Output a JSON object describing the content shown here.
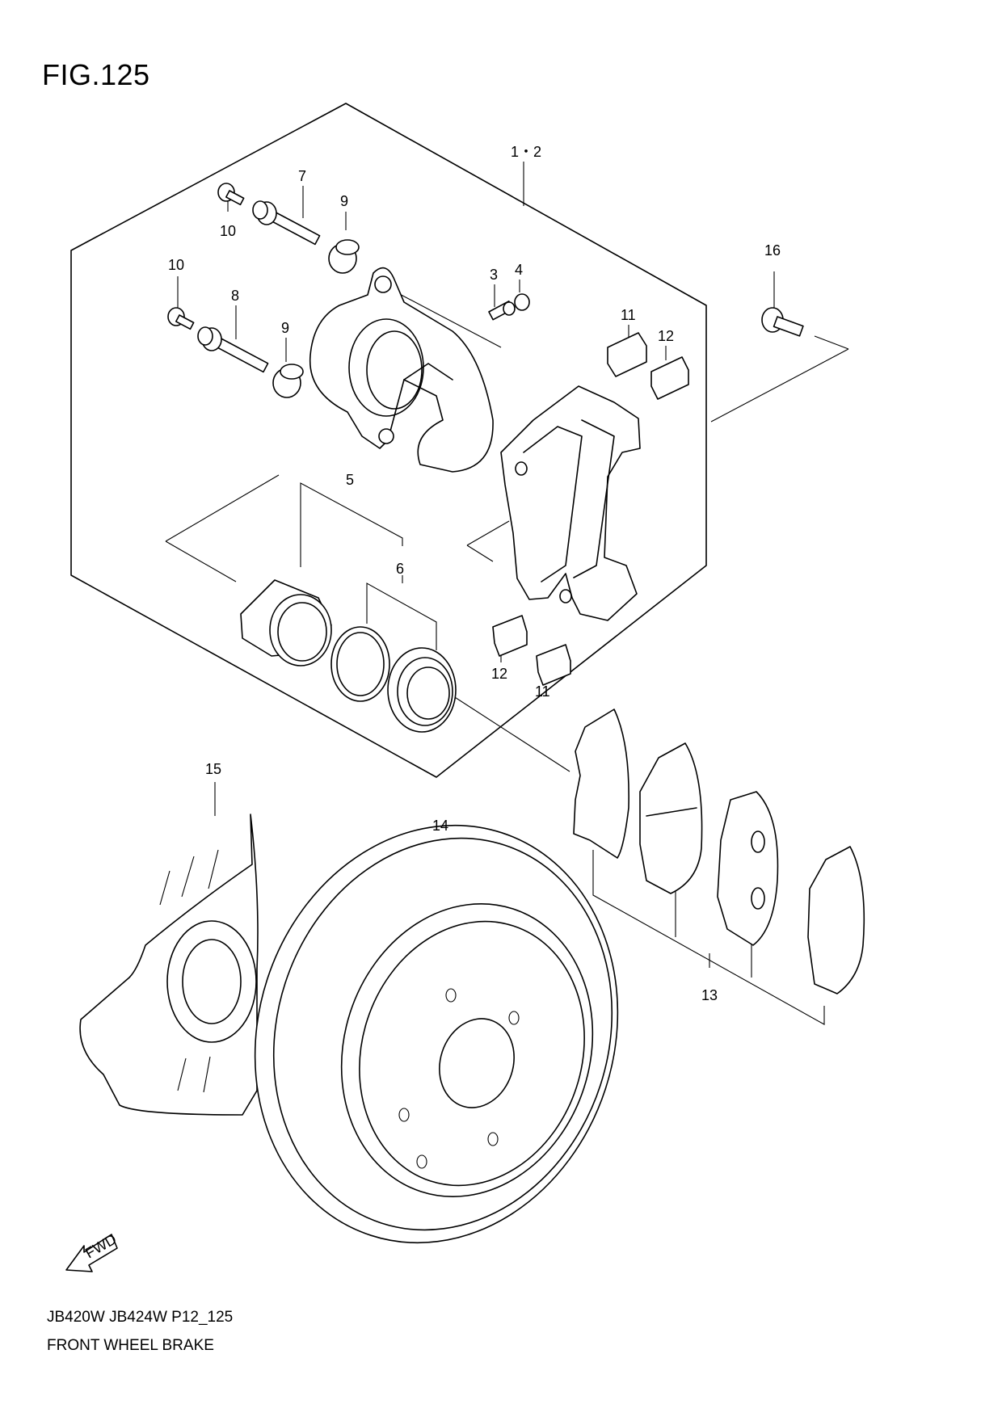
{
  "figure": {
    "title": "FIG.125",
    "model_code": "JB420W JB424W P12_125",
    "caption": "FRONT WHEEL BRAKE"
  },
  "callouts": {
    "c1_2": "1・2",
    "c3": "3",
    "c4": "4",
    "c5": "5",
    "c6": "6",
    "c7": "7",
    "c8": "8",
    "c9a": "9",
    "c9b": "9",
    "c10a": "10",
    "c10b": "10",
    "c11a": "11",
    "c11b": "11",
    "c12a": "12",
    "c12b": "12",
    "c13": "13",
    "c14": "14",
    "c15": "15",
    "c16": "16"
  },
  "direction_badge": "FWD"
}
